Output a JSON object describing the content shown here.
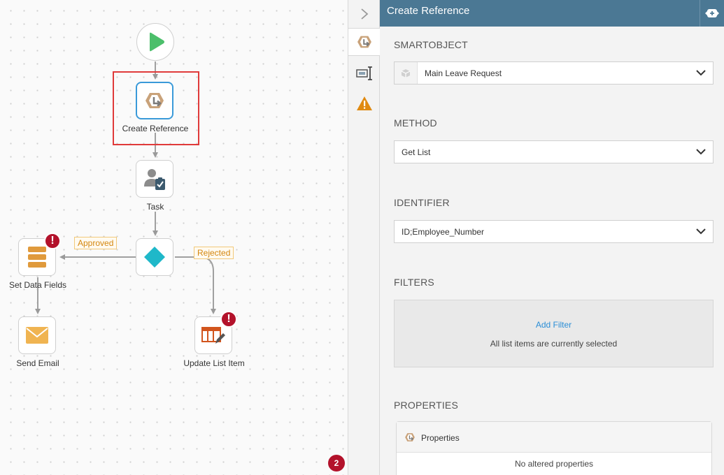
{
  "canvas": {
    "nodes": {
      "create_reference": "Create Reference",
      "task": "Task",
      "set_data_fields": "Set Data Fields",
      "send_email": "Send Email",
      "update_list_item": "Update List Item"
    },
    "edges": {
      "approved": "Approved",
      "rejected": "Rejected"
    },
    "error_mark": "!",
    "notification_count": "2"
  },
  "panel": {
    "title": "Create Reference",
    "sections": {
      "smartobject": {
        "label": "SMARTOBJECT",
        "value": "Main Leave Request"
      },
      "method": {
        "label": "METHOD",
        "value": "Get List"
      },
      "identifier": {
        "label": "IDENTIFIER",
        "value": "ID;Employee_Number"
      },
      "filters": {
        "label": "FILTERS",
        "add_filter": "Add Filter",
        "note": "All list items are currently selected"
      },
      "properties": {
        "label": "PROPERTIES",
        "box_title": "Properties",
        "empty": "No altered properties"
      }
    }
  },
  "colors": {
    "header": "#4b7894",
    "accent_blue": "#3a9ad9",
    "start_green": "#4cbf6b",
    "decision_teal": "#1fb8c9",
    "error_red": "#b3122b",
    "edge_label_orange": "#d4870f",
    "warning_orange": "#e08a12"
  }
}
